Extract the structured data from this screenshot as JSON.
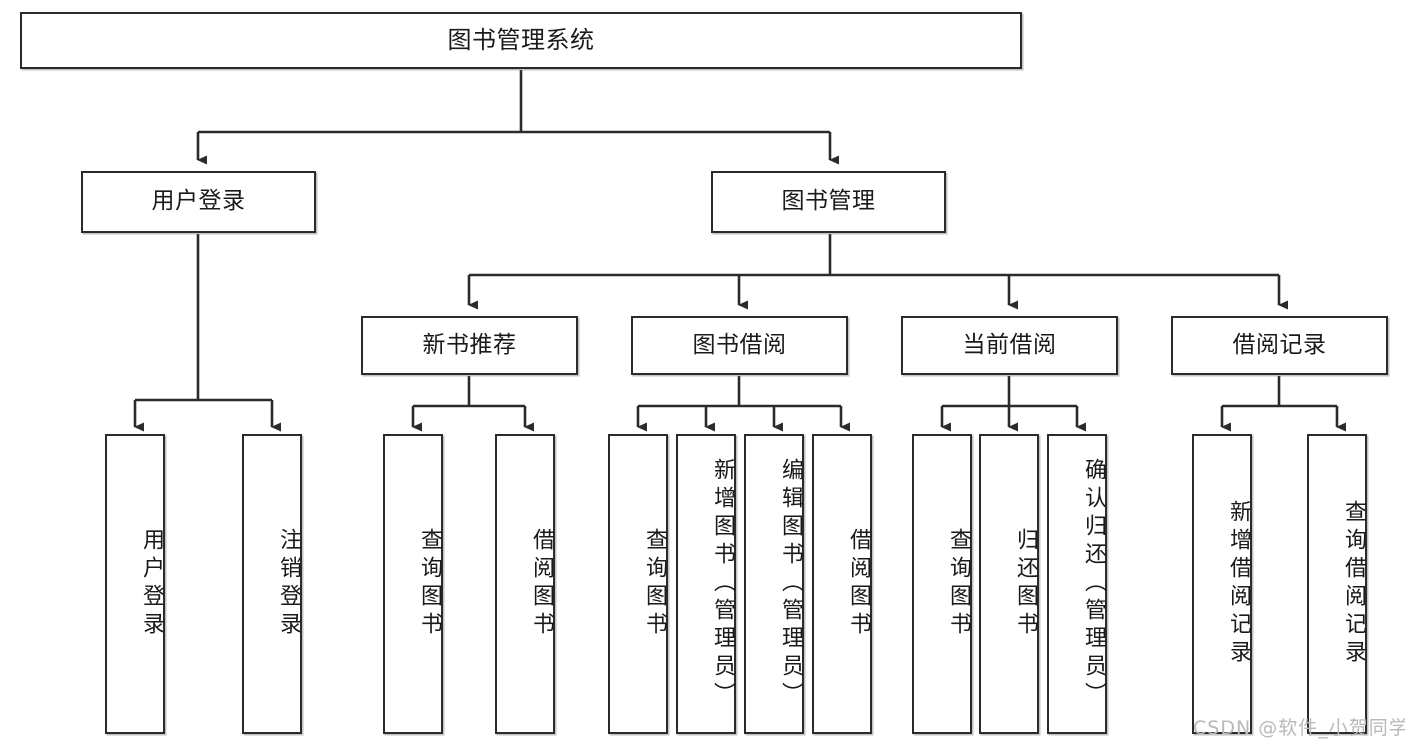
{
  "diagram": {
    "title": "图书管理系统",
    "watermark": "CSDN @软件_小贺同学",
    "stroke_color": "#2b2b2b",
    "background_color": "#ffffff",
    "text_color": "#1a1a1a",
    "watermark_color": "#b9b9b9",
    "levels": {
      "root": {
        "label": "图书管理系统"
      },
      "level2": [
        {
          "label": "用户登录"
        },
        {
          "label": "图书管理"
        }
      ],
      "level3": [
        {
          "label": "新书推荐"
        },
        {
          "label": "图书借阅"
        },
        {
          "label": "当前借阅"
        },
        {
          "label": "借阅记录"
        }
      ],
      "leaves": {
        "user_login": [
          {
            "label": "用户登录"
          },
          {
            "label": "注销登录"
          }
        ],
        "new_book_recommend": [
          {
            "label": "查询图书"
          },
          {
            "label": "借阅图书"
          }
        ],
        "book_borrow": [
          {
            "label": "查询图书"
          },
          {
            "label": "新增图书（管理员）"
          },
          {
            "label": "编辑图书（管理员）"
          },
          {
            "label": "借阅图书"
          }
        ],
        "current_borrow": [
          {
            "label": "查询图书"
          },
          {
            "label": "归还图书"
          },
          {
            "label": "确认归还（管理员）"
          }
        ],
        "borrow_records": [
          {
            "label": "新增借阅记录"
          },
          {
            "label": "查询借阅记录"
          }
        ]
      }
    }
  }
}
